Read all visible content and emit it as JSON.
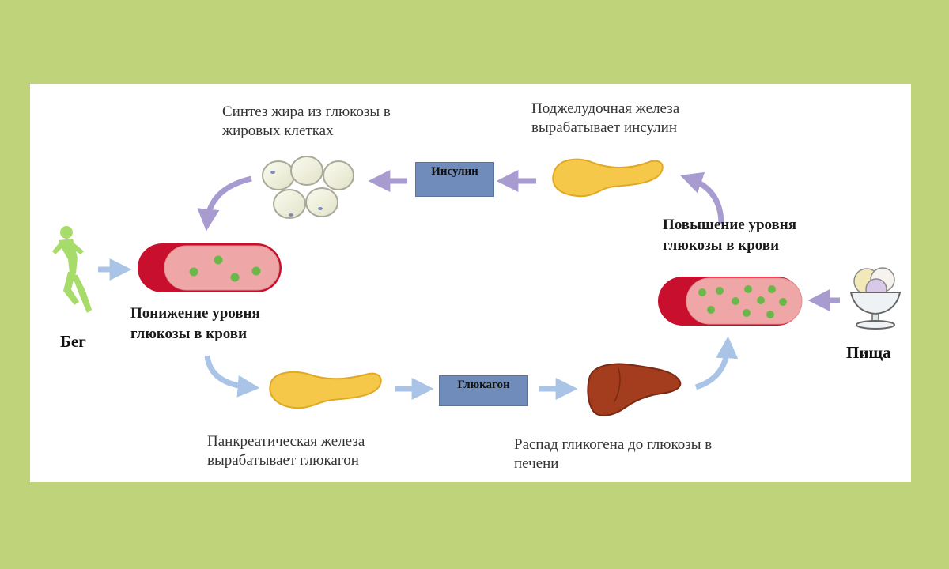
{
  "labels": {
    "fat_synthesis": "Синтез жира из глюкозы в\nжировых клетках",
    "pancreas_insulin": "Поджелудочная железа\nвырабатывает инсулин",
    "glucose_up": "Повышение уровня\nглюкозы в крови",
    "glucose_down": "Понижение уровня\nглюкозы в крови",
    "pancreas_glucagon": "Панкреатическая железа\nвырабатывает глюкагон",
    "glycogen_breakdown": "Распад гликогена до глюкозы в\nпечени",
    "run": "Бег",
    "food": "Пища"
  },
  "hormones": {
    "insulin": "Инсулин",
    "glucagon": "Глюкагон"
  },
  "icons": [
    "running-person-icon",
    "blood-vessel-icon",
    "fat-cells-icon",
    "pancreas-icon",
    "liver-icon",
    "ice-cream-icon"
  ],
  "colors": {
    "background": "#bfd37a",
    "panel": "#ffffff",
    "hormone_box": "#6f8cba",
    "arrow_purple": "#a79bd0",
    "arrow_blue": "#a9c4e6",
    "vessel_red": "#c8102e",
    "vessel_pink": "#eea6a6",
    "glucose_green": "#6bb84a",
    "pancreas_yellow": "#f5c84a",
    "liver_brown": "#a33d1e"
  }
}
